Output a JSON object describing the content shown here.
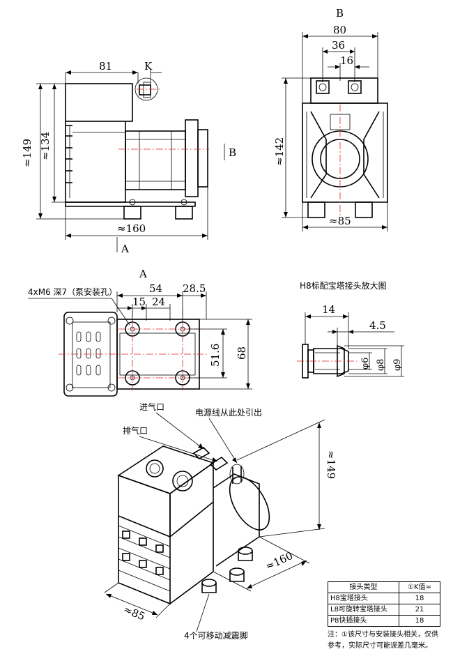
{
  "side_view": {
    "label_b": "B",
    "label_a": "A",
    "label_k": "K",
    "dim_81": "81",
    "dim_149": "≈149",
    "dim_134": "≈134",
    "dim_160": "≈160"
  },
  "end_view": {
    "title": "B",
    "dim_80": "80",
    "dim_36": "36",
    "dim_16": "16",
    "dim_142": "≈142",
    "dim_85": "≈85"
  },
  "top_view": {
    "title": "A",
    "holes_note": "4xM6 深7（泵安装孔）",
    "dim_54": "54",
    "dim_28_5": "28.5",
    "dim_15": "15",
    "dim_24": "24",
    "dim_51_6": "51.6",
    "dim_68": "68"
  },
  "fitting_detail": {
    "title": "H8标配宝塔接头放大图",
    "dim_14": "14",
    "dim_4_5": "4.5",
    "dim_d6": "φ6",
    "dim_d8": "φ8",
    "dim_d9": "φ9"
  },
  "iso_view": {
    "inlet": "进气口",
    "power": "电源线从此处引出",
    "exhaust": "排气口",
    "feet": "4个可移动减震脚",
    "dim_149": "≈149",
    "dim_160": "≈160",
    "dim_85": "≈85"
  },
  "spec_table": {
    "header_type": "接头类型",
    "header_k": "①K值≈",
    "rows": [
      {
        "type": "H8宝塔接头",
        "k": "18"
      },
      {
        "type": "L8可旋转宝塔接头",
        "k": "21"
      },
      {
        "type": "P8快插接头",
        "k": "18"
      }
    ]
  },
  "note": "注：①该尺寸与安装接头相关，仅供参考，实际尺寸可能误差几毫米。"
}
